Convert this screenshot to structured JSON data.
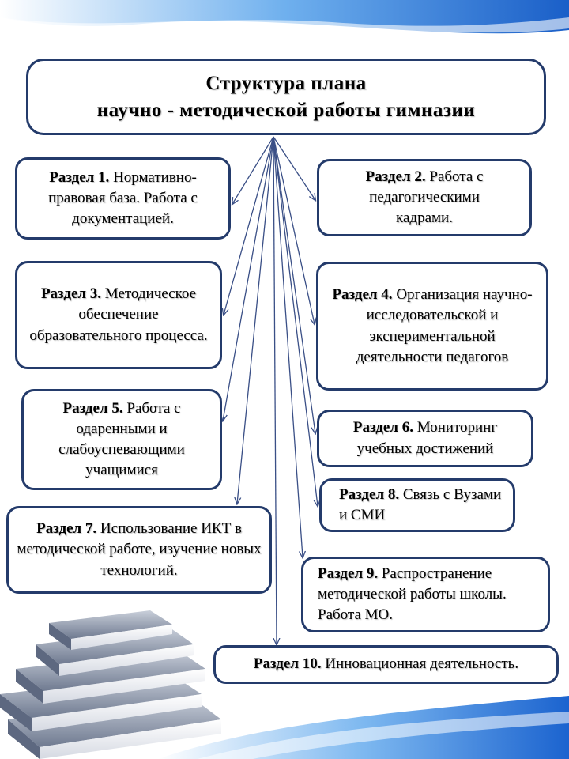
{
  "title": {
    "line1": "Структура плана",
    "line2": "научно - методической работы гимназии"
  },
  "sections": [
    {
      "id": "s1",
      "label": "Раздел 1.",
      "text": "Нормативно-правовая база. Работа с документацией."
    },
    {
      "id": "s2",
      "label": "Раздел 2.",
      "text": "Работа с педагогическими кадрами."
    },
    {
      "id": "s3",
      "label": "Раздел 3.",
      "text": "Методическое обеспечение образовательного процесса."
    },
    {
      "id": "s4",
      "label": "Раздел 4.",
      "text": "Организация научно-исследовательской и экспериментальной деятельности педагогов"
    },
    {
      "id": "s5",
      "label": "Раздел 5.",
      "text": "Работа с одаренными и слабоуспевающими учащимися"
    },
    {
      "id": "s6",
      "label": "Раздел 6.",
      "text": "Мониторинг учебных достижений"
    },
    {
      "id": "s8",
      "label": "Раздел 8.",
      "text": "Связь с Вузами и СМИ"
    },
    {
      "id": "s7",
      "label": "Раздел 7.",
      "text": "Использование ИКТ в методической работе, изучение новых технологий."
    },
    {
      "id": "s9",
      "label": "Раздел 9.",
      "text": "Распространение методической работы школы. Работа МО."
    },
    {
      "id": "s10",
      "label": "Раздел 10.",
      "text": "Инновационная деятельность."
    }
  ],
  "colors": {
    "border": "#243b6b",
    "arrow": "#3a4f86",
    "wave": "#1e6fd6",
    "wave_light": "#8fc3f2",
    "books": "#9aa3b5"
  },
  "icons": [
    "book-stack-icon"
  ]
}
